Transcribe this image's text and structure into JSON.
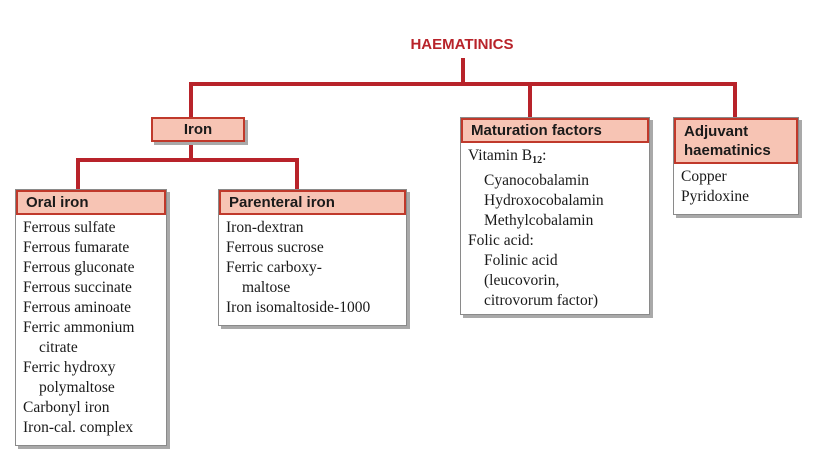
{
  "root": {
    "title": "HAEMATINICS"
  },
  "colors": {
    "connector": "#b8232a",
    "header_fill": "#f7c4b4",
    "header_border": "#c0392b",
    "title": "#b8232a"
  },
  "iron": {
    "label": "Iron"
  },
  "oral_iron": {
    "label": "Oral iron",
    "items": [
      {
        "text": "Ferrous sulfate",
        "indent": false
      },
      {
        "text": "Ferrous fumarate",
        "indent": false
      },
      {
        "text": "Ferrous gluconate",
        "indent": false
      },
      {
        "text": "Ferrous succinate",
        "indent": false
      },
      {
        "text": "Ferrous aminoate",
        "indent": false
      },
      {
        "text": "Ferric ammonium",
        "indent": false
      },
      {
        "text": "citrate",
        "indent": true
      },
      {
        "text": "Ferric hydroxy",
        "indent": false
      },
      {
        "text": "polymaltose",
        "indent": true
      },
      {
        "text": "Carbonyl iron",
        "indent": false
      },
      {
        "text": "Iron-cal. complex",
        "indent": false
      }
    ]
  },
  "parenteral_iron": {
    "label": "Parenteral iron",
    "items": [
      {
        "text": "Iron-dextran",
        "indent": false
      },
      {
        "text": "Ferrous sucrose",
        "indent": false
      },
      {
        "text": "Ferric carboxy-",
        "indent": false
      },
      {
        "text": "maltose",
        "indent": true
      },
      {
        "text": "Iron isomaltoside-1000",
        "indent": false
      }
    ]
  },
  "maturation_factors": {
    "label": "Maturation factors",
    "vitamin_prefix": "Vitamin B",
    "vitamin_sub": "12",
    "vitamin_suffix": ":",
    "items": [
      {
        "text": "Cyanocobalamin",
        "indent": true
      },
      {
        "text": "Hydroxocobalamin",
        "indent": true
      },
      {
        "text": "Methylcobalamin",
        "indent": true
      },
      {
        "text": "Folic acid:",
        "indent": false
      },
      {
        "text": "Folinic acid",
        "indent": true
      },
      {
        "text": "(leucovorin,",
        "indent": true
      },
      {
        "text": "citrovorum factor)",
        "indent": true
      }
    ]
  },
  "adjuvant": {
    "label_line1": "Adjuvant",
    "label_line2": "haematinics",
    "items": [
      {
        "text": "Copper",
        "indent": false
      },
      {
        "text": "Pyridoxine",
        "indent": false
      }
    ]
  }
}
